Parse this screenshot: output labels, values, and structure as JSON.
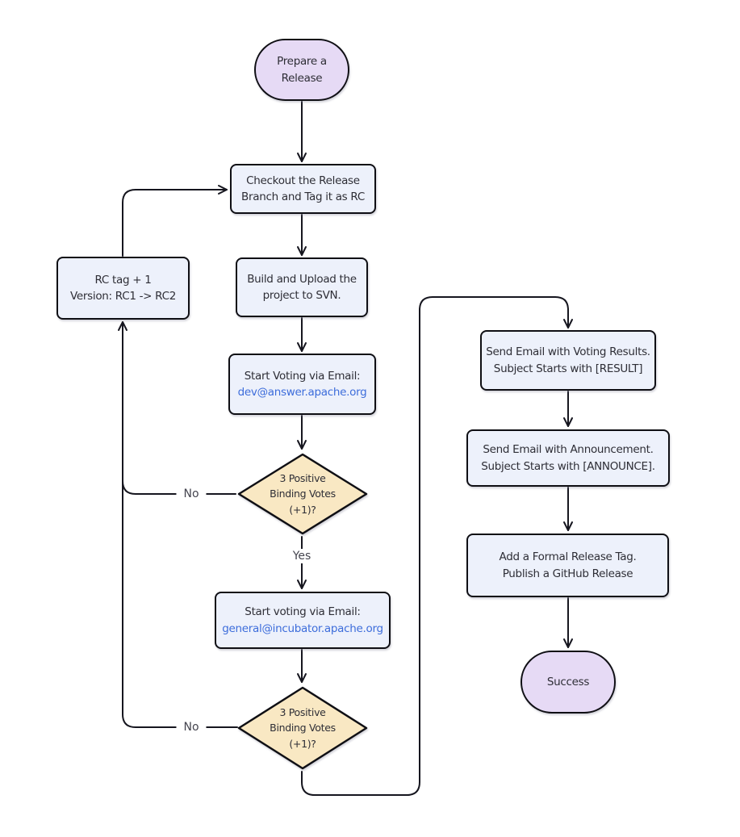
{
  "diagram": {
    "type": "flowchart",
    "direction": "top-down",
    "colors": {
      "terminal_fill": "#e6daf5",
      "process_fill": "#edf1fb",
      "decision_fill": "#f9e8c3",
      "border": "#0f0f14",
      "edge": "#16161f",
      "link_text": "#3d6ddb",
      "text": "#2e2e36"
    },
    "nodes": {
      "prepare": {
        "shape": "stadium",
        "label": "Prepare a\nRelease"
      },
      "checkout": {
        "shape": "process",
        "label": "Checkout the Release\nBranch and Tag it as RC"
      },
      "build": {
        "shape": "process",
        "label": "Build and Upload the\nproject to SVN."
      },
      "vote_dev": {
        "shape": "process",
        "label": "Start Voting via Email:",
        "email": "dev@answer.apache.org"
      },
      "decision_dev": {
        "shape": "decision",
        "label": "3 Positive\nBinding Votes\n(+1)?"
      },
      "vote_incubator": {
        "shape": "process",
        "label": "Start voting via Email:",
        "email": "general@incubator.apache.org"
      },
      "decision_incubator": {
        "shape": "decision",
        "label": "3 Positive\nBinding Votes\n(+1)?"
      },
      "rc_tag": {
        "shape": "process",
        "label": "RC tag + 1\nVersion: RC1 -> RC2"
      },
      "result": {
        "shape": "process",
        "label": "Send Email with Voting Results.\nSubject Starts with [RESULT]"
      },
      "announce": {
        "shape": "process",
        "label": "Send Email with Announcement.\nSubject Starts with [ANNOUNCE]."
      },
      "github_release": {
        "shape": "process",
        "label": "Add a Formal Release Tag.\nPublish a GitHub Release"
      },
      "success": {
        "shape": "stadium",
        "label": "Success"
      }
    },
    "edge_labels": {
      "decision_dev_no": "No",
      "decision_dev_yes": "Yes",
      "decision_incubator_no": "No"
    }
  }
}
